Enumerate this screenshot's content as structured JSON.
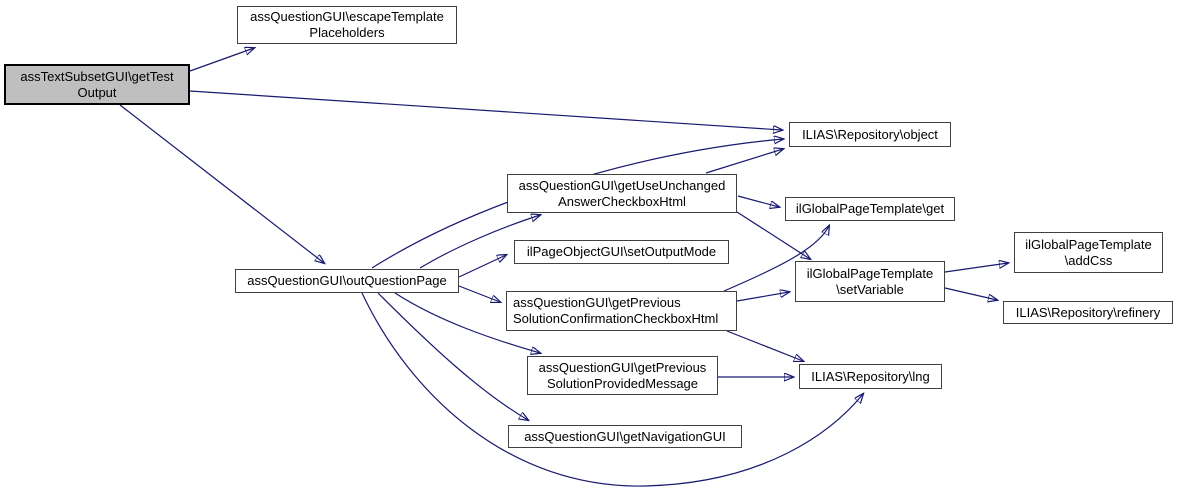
{
  "diagram": {
    "type": "call-graph",
    "background_color": "#ffffff",
    "edge_color": "#191970",
    "node_fill_color": "#ffffff",
    "node_border_color": "#404040",
    "highlighted_node_fill_color": "#bfbfbf"
  },
  "nodes": [
    {
      "id": "assTextSubsetGUI-getTestOutput",
      "label": "assTextSubsetGUI\\getTest\nOutput",
      "highlighted": true
    },
    {
      "id": "assQuestionGUI-escapeTemplatePlaceholders",
      "label": "assQuestionGUI\\escapeTemplate\nPlaceholders"
    },
    {
      "id": "ILIAS-Repository-object",
      "label": "ILIAS\\Repository\\object"
    },
    {
      "id": "assQuestionGUI-getUseUnchangedAnswerCheckboxHtml",
      "label": "assQuestionGUI\\getUseUnchanged\nAnswerCheckboxHtml"
    },
    {
      "id": "ilGlobalPageTemplate-get",
      "label": "ilGlobalPageTemplate\\get"
    },
    {
      "id": "ilPageObjectGUI-setOutputMode",
      "label": "ilPageObjectGUI\\setOutputMode"
    },
    {
      "id": "assQuestionGUI-outQuestionPage",
      "label": "assQuestionGUI\\outQuestionPage"
    },
    {
      "id": "assQuestionGUI-getPreviousSolutionConfirmationCheckboxHtml",
      "label": "assQuestionGUI\\getPrevious\nSolutionConfirmationCheckboxHtml"
    },
    {
      "id": "assQuestionGUI-getPreviousSolutionProvidedMessage",
      "label": "assQuestionGUI\\getPrevious\nSolutionProvidedMessage"
    },
    {
      "id": "ilGlobalPageTemplate-setVariable",
      "label": "ilGlobalPageTemplate\n\\setVariable"
    },
    {
      "id": "ilGlobalPageTemplate-addCss",
      "label": "ilGlobalPageTemplate\n\\addCss"
    },
    {
      "id": "ILIAS-Repository-refinery",
      "label": "ILIAS\\Repository\\refinery"
    },
    {
      "id": "ILIAS-Repository-lng",
      "label": "ILIAS\\Repository\\lng"
    },
    {
      "id": "assQuestionGUI-getNavigationGUI",
      "label": "assQuestionGUI\\getNavigationGUI"
    }
  ],
  "edges": [
    {
      "from": "assTextSubsetGUI-getTestOutput",
      "to": "assQuestionGUI-escapeTemplatePlaceholders"
    },
    {
      "from": "assTextSubsetGUI-getTestOutput",
      "to": "ILIAS-Repository-object"
    },
    {
      "from": "assTextSubsetGUI-getTestOutput",
      "to": "assQuestionGUI-outQuestionPage"
    },
    {
      "from": "assQuestionGUI-outQuestionPage",
      "to": "ILIAS-Repository-object"
    },
    {
      "from": "assQuestionGUI-outQuestionPage",
      "to": "assQuestionGUI-getUseUnchangedAnswerCheckboxHtml"
    },
    {
      "from": "assQuestionGUI-outQuestionPage",
      "to": "ilPageObjectGUI-setOutputMode"
    },
    {
      "from": "assQuestionGUI-outQuestionPage",
      "to": "assQuestionGUI-getPreviousSolutionConfirmationCheckboxHtml"
    },
    {
      "from": "assQuestionGUI-outQuestionPage",
      "to": "assQuestionGUI-getPreviousSolutionProvidedMessage"
    },
    {
      "from": "assQuestionGUI-outQuestionPage",
      "to": "assQuestionGUI-getNavigationGUI"
    },
    {
      "from": "assQuestionGUI-outQuestionPage",
      "to": "ILIAS-Repository-lng"
    },
    {
      "from": "assQuestionGUI-getUseUnchangedAnswerCheckboxHtml",
      "to": "ILIAS-Repository-object"
    },
    {
      "from": "assQuestionGUI-getUseUnchangedAnswerCheckboxHtml",
      "to": "ilGlobalPageTemplate-get"
    },
    {
      "from": "assQuestionGUI-getUseUnchangedAnswerCheckboxHtml",
      "to": "ilGlobalPageTemplate-setVariable"
    },
    {
      "from": "assQuestionGUI-getPreviousSolutionConfirmationCheckboxHtml",
      "to": "ilGlobalPageTemplate-get"
    },
    {
      "from": "assQuestionGUI-getPreviousSolutionConfirmationCheckboxHtml",
      "to": "ilGlobalPageTemplate-setVariable"
    },
    {
      "from": "assQuestionGUI-getPreviousSolutionConfirmationCheckboxHtml",
      "to": "ILIAS-Repository-lng"
    },
    {
      "from": "assQuestionGUI-getPreviousSolutionProvidedMessage",
      "to": "ILIAS-Repository-lng"
    },
    {
      "from": "ilGlobalPageTemplate-setVariable",
      "to": "ilGlobalPageTemplate-addCss"
    },
    {
      "from": "ilGlobalPageTemplate-setVariable",
      "to": "ILIAS-Repository-refinery"
    }
  ]
}
